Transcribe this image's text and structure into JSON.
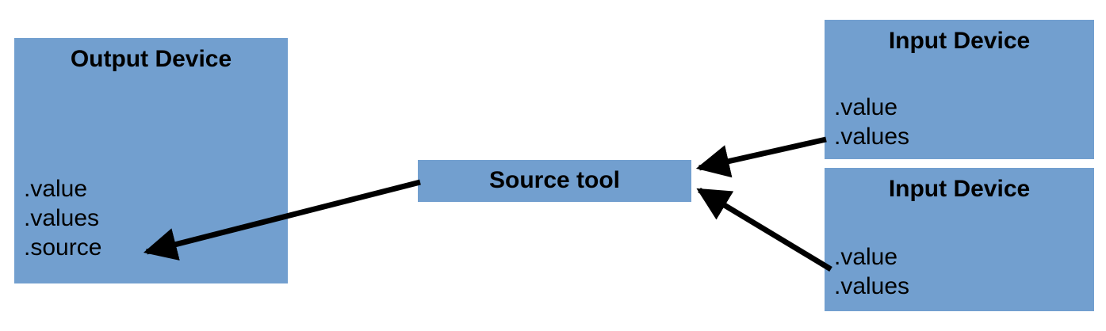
{
  "diagram": {
    "output_device": {
      "title": "Output Device",
      "props": [
        ".value",
        ".values",
        ".source"
      ]
    },
    "source_tool": {
      "title": "Source tool"
    },
    "input_device_top": {
      "title": "Input Device",
      "props": [
        ".value",
        ".values"
      ]
    },
    "input_device_bottom": {
      "title": "Input Device",
      "props": [
        ".value",
        ".values"
      ]
    },
    "connections": [
      {
        "from": "source_tool",
        "to": "output_device.source"
      },
      {
        "from": "input_device_top",
        "to": "source_tool"
      },
      {
        "from": "input_device_bottom",
        "to": "source_tool"
      }
    ],
    "colors": {
      "box_fill": "#729fcf",
      "arrow": "#000000",
      "text": "#000000",
      "background": "#ffffff"
    }
  }
}
